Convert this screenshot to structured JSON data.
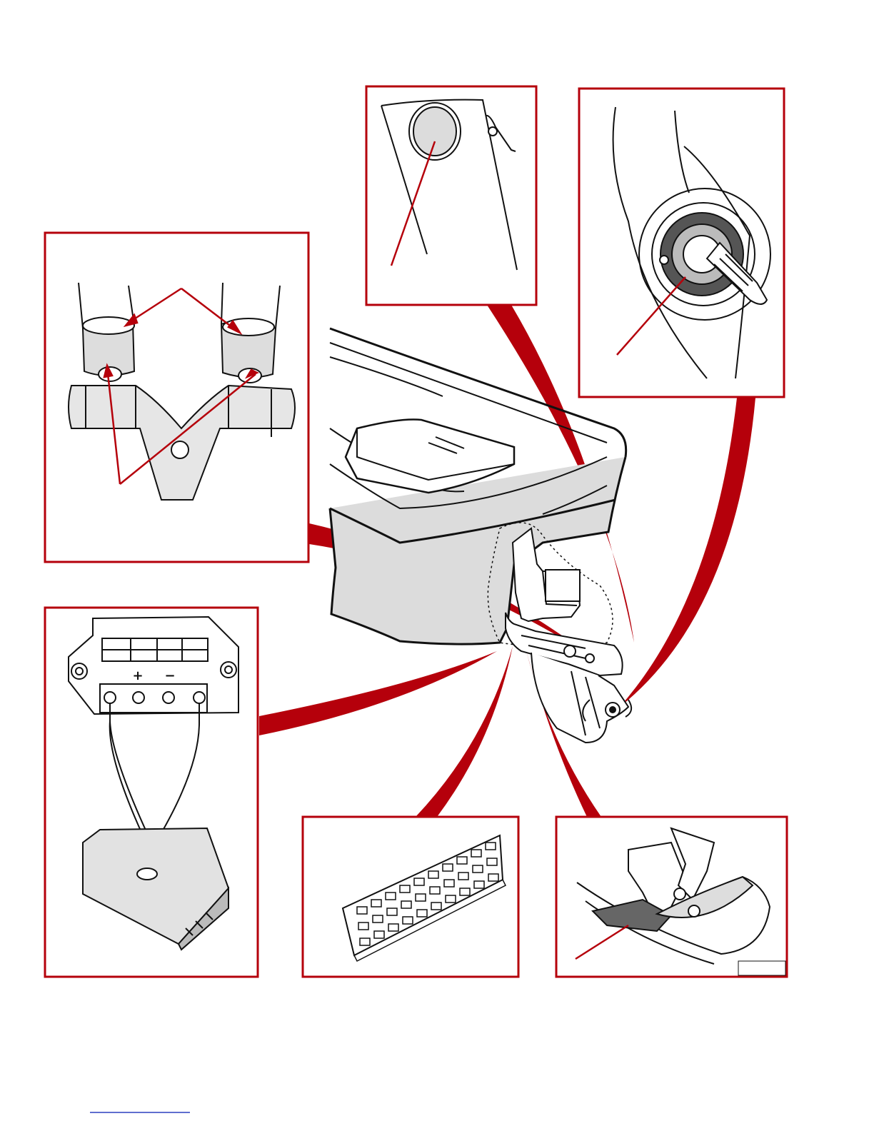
{
  "diagram": {
    "accent_color": "#b5000b",
    "line_color": "#111111",
    "shading_color": "#dcdcdc",
    "panels": [
      {
        "id": "top-center",
        "subject": "anode-plate-icon"
      },
      {
        "id": "top-right",
        "subject": "propeller-shaft-icon"
      },
      {
        "id": "left-middle",
        "subject": "trim-cylinder-pins-icon"
      },
      {
        "id": "bottom-left",
        "subject": "rectifier-regulator-icon"
      },
      {
        "id": "bottom-center",
        "subject": "anode-block-icon"
      },
      {
        "id": "bottom-right",
        "subject": "trim-tab-icon"
      }
    ],
    "regulator_labels": {
      "plus": "+",
      "minus": "−"
    }
  }
}
